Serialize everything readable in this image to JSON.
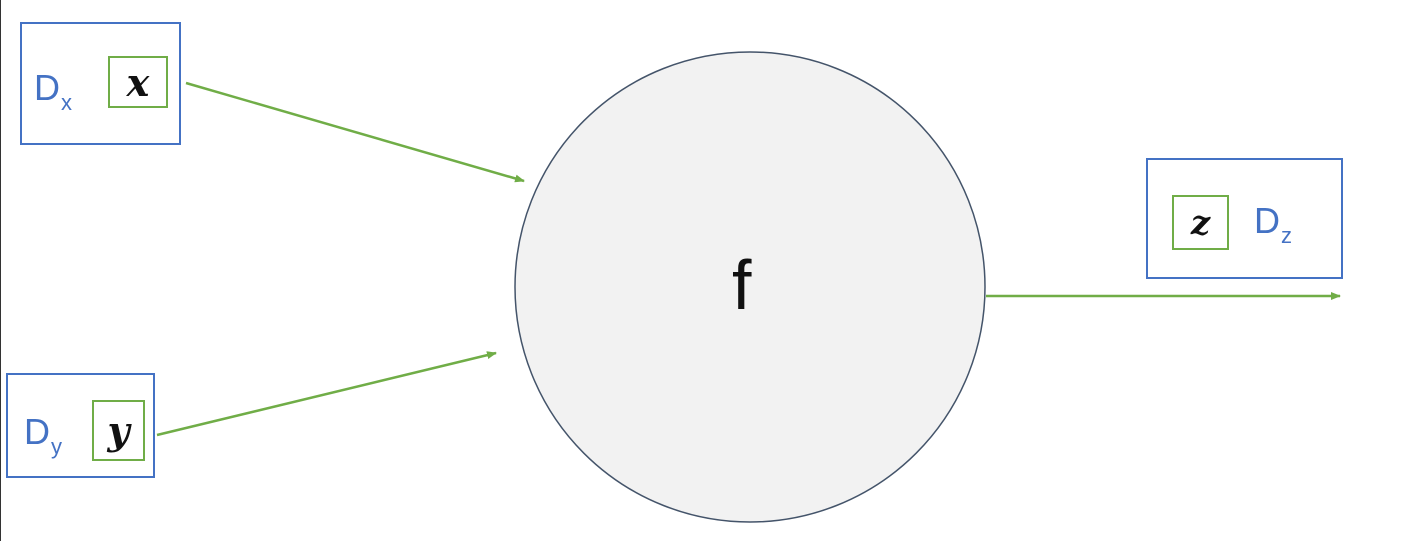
{
  "diagram": {
    "function_node": {
      "label": "f",
      "fill": "#f2f2f2",
      "stroke": "#44546a"
    },
    "inputs": [
      {
        "variable": "x",
        "domain_main": "D",
        "domain_sub": "x"
      },
      {
        "variable": "y",
        "domain_main": "D",
        "domain_sub": "y"
      }
    ],
    "output": {
      "variable": "z",
      "domain_main": "D",
      "domain_sub": "z"
    },
    "colors": {
      "domain_box": "#4472c4",
      "variable_box": "#70ad47",
      "arrow": "#70ad47"
    }
  }
}
